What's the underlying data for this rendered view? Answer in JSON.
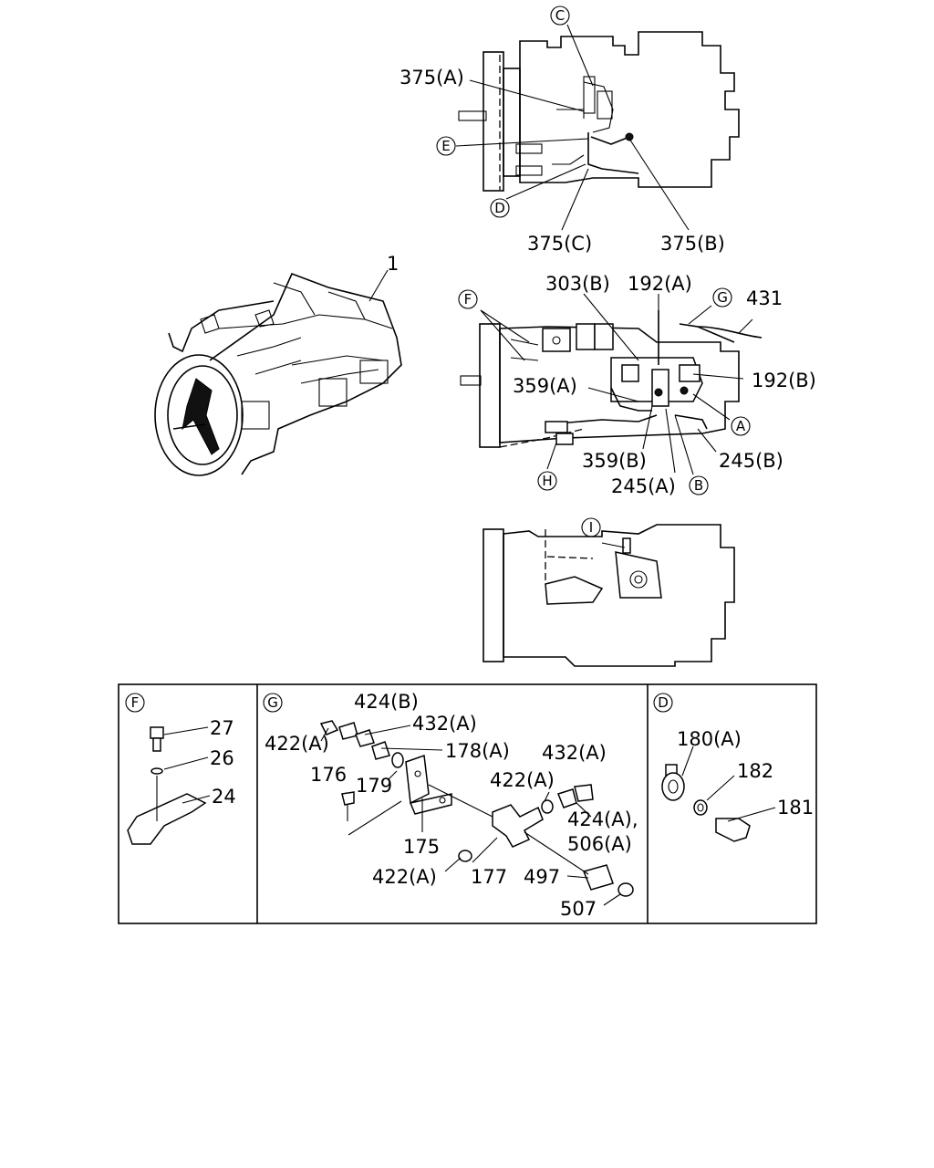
{
  "callouts": {
    "c_top": "C",
    "e_top": "E",
    "d_top": "D",
    "f_mid": "F",
    "g_mid": "G",
    "h_mid": "H",
    "a_mid": "A",
    "b_mid": "B",
    "i_bot": "I",
    "f_box": "F",
    "g_box": "G",
    "d_box": "D"
  },
  "labels": {
    "l375a": "375(A)",
    "l375c": "375(C)",
    "l375b": "375(B)",
    "l1": "1",
    "l303b": "303(B)",
    "l192a": "192(A)",
    "l431": "431",
    "l192b": "192(B)",
    "l359a": "359(A)",
    "l359b": "359(B)",
    "l245a": "245(A)",
    "l245b": "245(B)",
    "l27": "27",
    "l26": "26",
    "l24": "24",
    "l424b": "424(B)",
    "l422a_1": "422(A)",
    "l432a_1": "432(A)",
    "l178a": "178(A)",
    "l432a_2": "432(A)",
    "l176": "176",
    "l179": "179",
    "l422a_2": "422(A)",
    "l424a": "424(A),",
    "l506a": "506(A)",
    "l175": "175",
    "l422a_3": "422(A)",
    "l177": "177",
    "l497": "497",
    "l507": "507",
    "l180a": "180(A)",
    "l182": "182",
    "l181": "181"
  }
}
